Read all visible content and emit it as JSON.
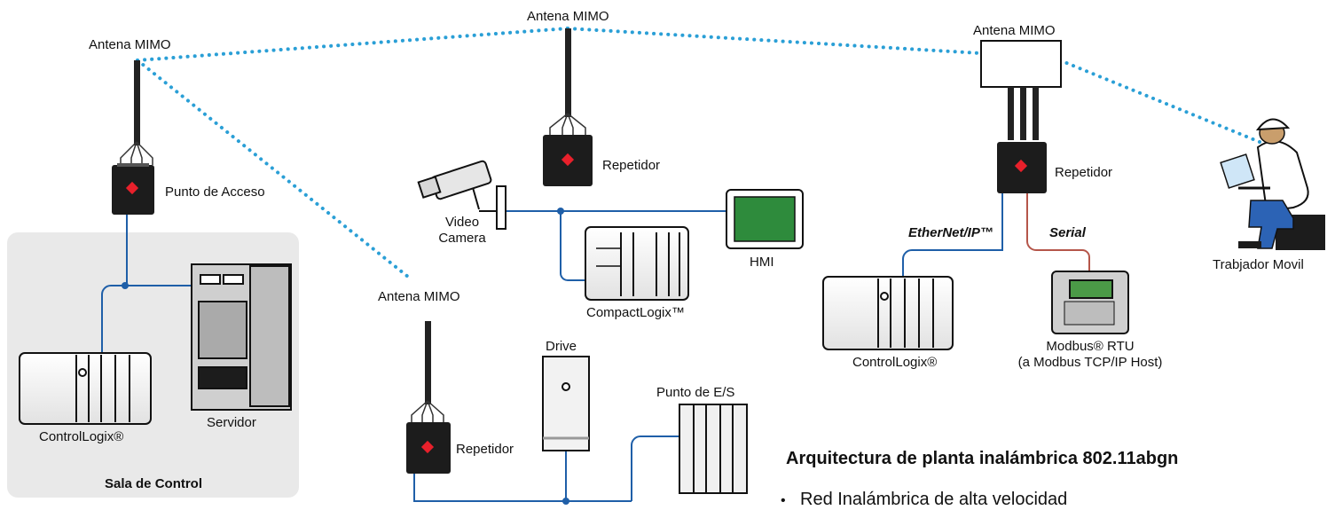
{
  "labels": {
    "antenna_left": "Antena MIMO",
    "antenna_top_center": "Antena MIMO",
    "antenna_top_right": "Antena MIMO",
    "antenna_bottom": "Antena MIMO",
    "access_point": "Punto de Acceso",
    "repeater_center": "Repetidor",
    "repeater_right": "Repetidor",
    "repeater_bottom": "Repetidor",
    "video_camera_line1": "Video",
    "video_camera_line2": "Camera",
    "hmi": "HMI",
    "compactlogix": "CompactLogix™",
    "controllogix_left": "ControlLogix®",
    "controllogix_right": "ControlLogix®",
    "server": "Servidor",
    "control_room": "Sala de Control",
    "drive": "Drive",
    "io_point": "Punto de E/S",
    "ethernet_ip": "EtherNet/IP™",
    "serial": "Serial",
    "modbus_line1": "Modbus® RTU",
    "modbus_line2": "(a Modbus TCP/IP Host)",
    "mobile_worker": "Trabjador Movil"
  },
  "text": {
    "title": "Arquitectura de planta inalámbrica 802.11abgn",
    "bullet_1": "Red Inalámbrica de alta velocidad"
  },
  "colors": {
    "wireless_link": "#2a9fd6",
    "ethernet_wire": "#1f5fa8",
    "serial_wire": "#b5564a",
    "device_red": "#e8202b",
    "hmi_screen": "#2e8b3c",
    "control_room_bg": "#e9e9e9"
  }
}
